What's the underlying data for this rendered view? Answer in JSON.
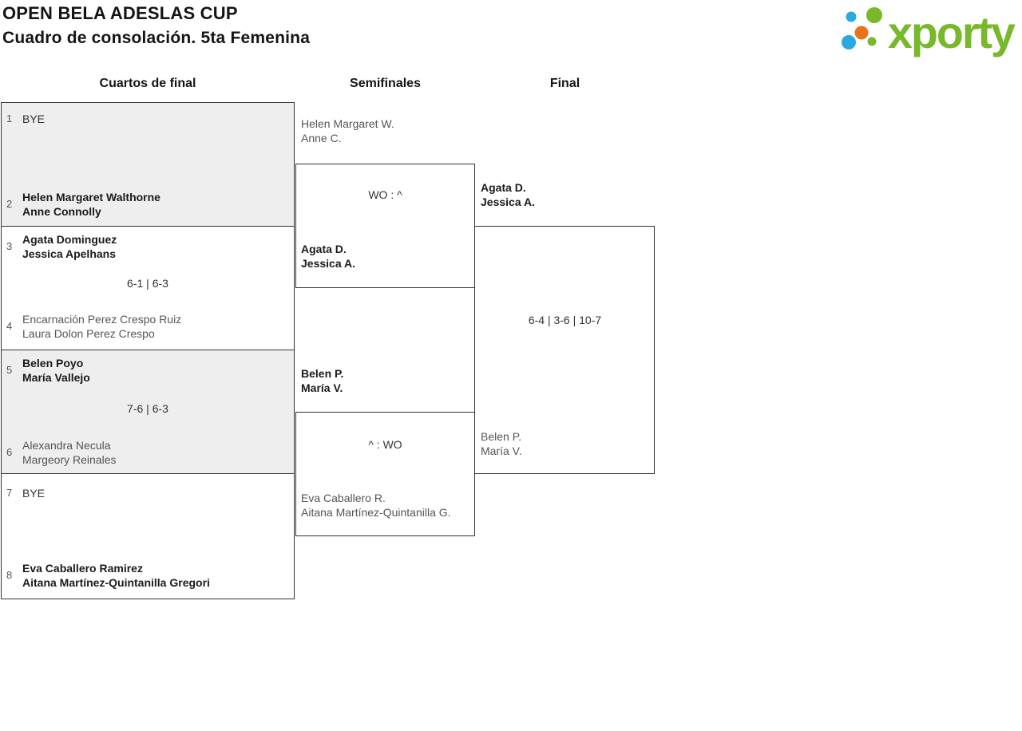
{
  "header": {
    "title_line1": "OPEN BELA ADESLAS CUP",
    "title_line2": "Cuadro de consolación. 5ta Femenina"
  },
  "logo": {
    "text": "xporty",
    "text_color": "#78b82a",
    "dot_colors": {
      "green": "#78b82a",
      "blue": "#29a9e1",
      "orange": "#e8731a"
    }
  },
  "columns": {
    "quarterfinals": "Cuartos de final",
    "semifinals": "Semifinales",
    "final": "Final"
  },
  "bracket": {
    "quarterfinals": [
      {
        "seed_top": "1",
        "team_top": [
          "BYE"
        ],
        "seed_bottom": "2",
        "team_bottom": [
          "Helen Margaret Walthorne",
          "Anne Connolly"
        ],
        "winner": "bottom"
      },
      {
        "seed_top": "3",
        "team_top": [
          "Agata Dominguez",
          "Jessica Apelhans"
        ],
        "score": "6-1 | 6-3",
        "seed_bottom": "4",
        "team_bottom": [
          "Encarnación Perez Crespo Ruiz",
          "Laura Dolon Perez Crespo"
        ],
        "winner": "top"
      },
      {
        "seed_top": "5",
        "team_top": [
          "Belen Poyo",
          "María Vallejo"
        ],
        "score": "7-6 | 6-3",
        "seed_bottom": "6",
        "team_bottom": [
          "Alexandra Necula",
          "Margeory Reinales"
        ],
        "winner": "top"
      },
      {
        "seed_top": "7",
        "team_top": [
          "BYE"
        ],
        "seed_bottom": "8",
        "team_bottom": [
          "Eva Caballero Ramirez",
          "Aitana Martínez-Quintanilla Gregori"
        ],
        "winner": "bottom"
      }
    ],
    "semifinals": [
      {
        "team_top": [
          "Helen Margaret W.",
          "Anne C."
        ],
        "score": "WO : ^",
        "team_bottom": [
          "Agata D.",
          "Jessica A."
        ],
        "winner": "bottom"
      },
      {
        "team_top": [
          "Belen P.",
          "María V."
        ],
        "score": "^ : WO",
        "team_bottom": [
          "Eva Caballero R.",
          "Aitana Martínez-Quintanilla G."
        ],
        "winner": "top"
      }
    ],
    "final": {
      "team_top": [
        "Agata D.",
        "Jessica A."
      ],
      "score": "6-4 | 3-6 | 10-7",
      "team_bottom": [
        "Belen P.",
        "María V."
      ],
      "winner": "top"
    }
  },
  "colors": {
    "box_border": "#333333",
    "box_alt_bg": "#eeeeee",
    "winner_text": "#1a1a1a",
    "loser_text": "#555555",
    "score_text": "#333333"
  }
}
